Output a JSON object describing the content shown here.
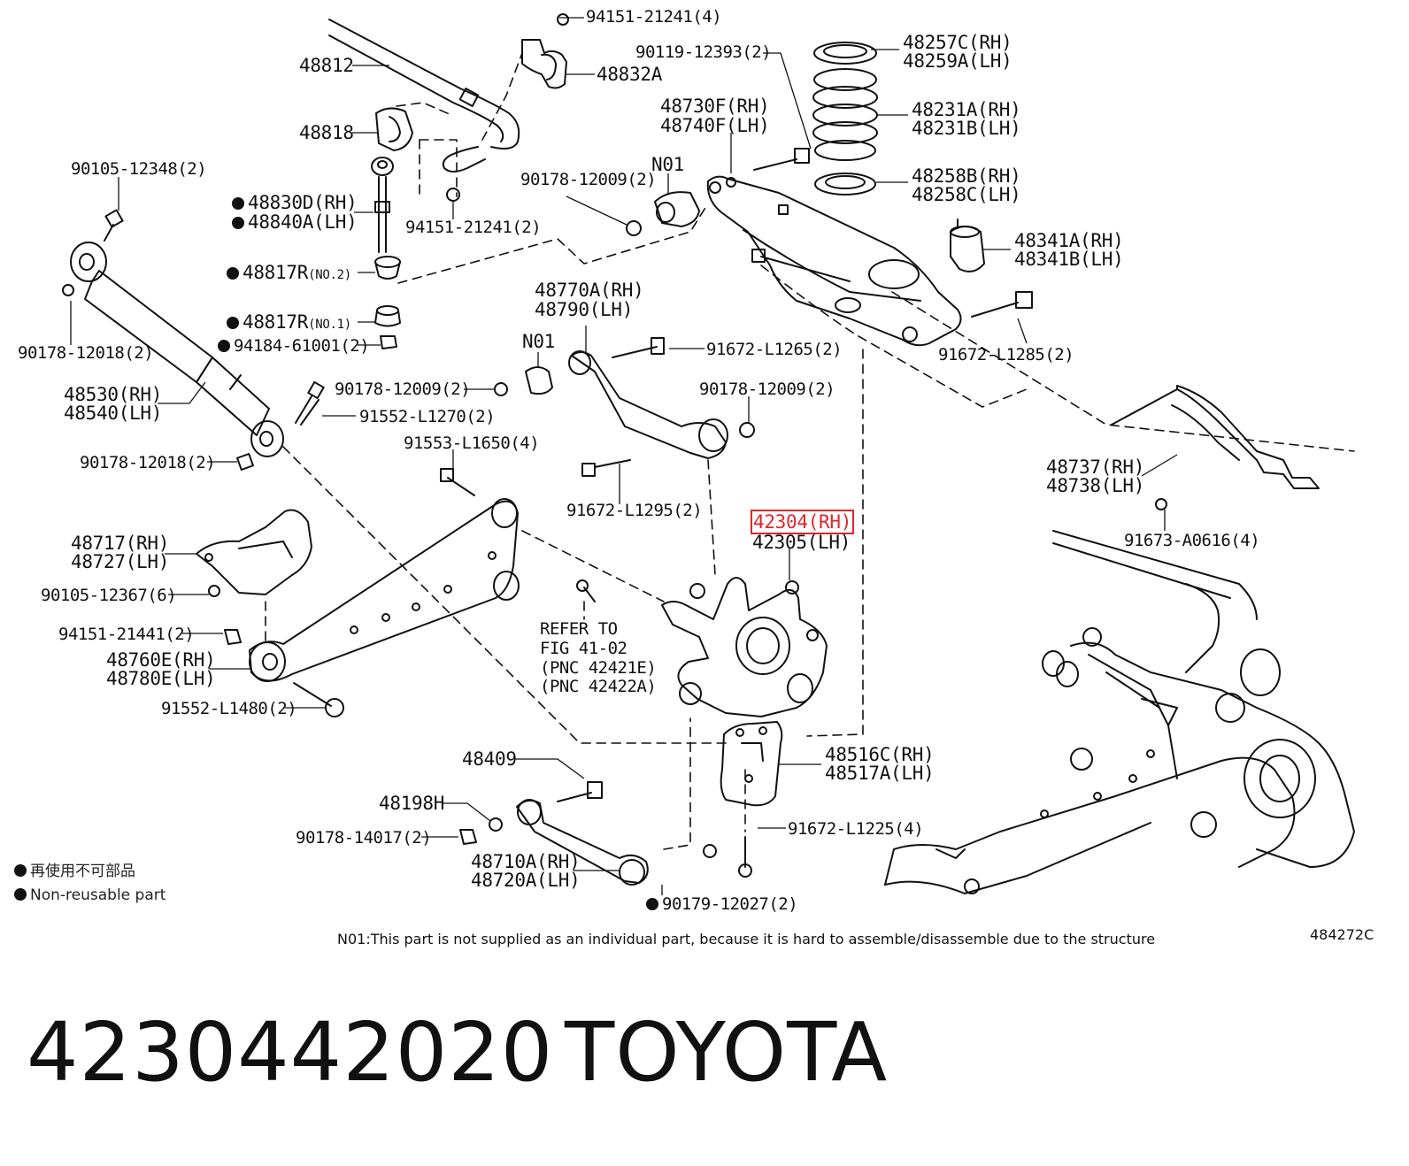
{
  "labels": {
    "p94151_21241_4": "94151-21241(4)",
    "p48812": "48812",
    "p48832A": "48832A",
    "p90119_12393_2": "90119-12393(2)",
    "p48257C_RH": "48257C(RH)",
    "p48259A_LH": "48259A(LH)",
    "p48818": "48818",
    "p48730F_RH": "48730F(RH)",
    "p48740F_LH": "48740F(LH)",
    "p48231A_RH": "48231A(RH)",
    "p48231B_LH": "48231B(LH)",
    "p90105_12348_2": "90105-12348(2)",
    "n01_a": "N01",
    "p48258B_RH": "48258B(RH)",
    "p48258C_LH": "48258C(LH)",
    "p90178_12009_2_a": "90178-12009(2)",
    "p48830D_RH": "48830D(RH)",
    "p48840A_LH": "48840A(LH)",
    "p94151_21241_2": "94151-21241(2)",
    "p48341A_RH": "48341A(RH)",
    "p48341B_LH": "48341B(LH)",
    "p48817R_a": "48817R",
    "no2": "(NO.2)",
    "p48770A_RH": "48770A(RH)",
    "p48790_LH": "48790(LH)",
    "p48817R_b": "48817R",
    "no1": "(NO.1)",
    "n01_b": "N01",
    "p90178_12018_2_a": "90178-12018(2)",
    "p94184_61001_2": "94184-61001(2)",
    "p91672_L1265_2": "91672-L1265(2)",
    "p91672_L1285_2": "91672-L1285(2)",
    "p48530_RH": "48530(RH)",
    "p48540_LH": "48540(LH)",
    "p90178_12009_2_b": "90178-12009(2)",
    "p90178_12009_2_c": "90178-12009(2)",
    "p91552_L1270_2": "91552-L1270(2)",
    "p91553_L1650_4": "91553-L1650(4)",
    "p90178_12018_2_b": "90178-12018(2)",
    "p48737_RH": "48737(RH)",
    "p48738_LH": "48738(LH)",
    "p91672_L1295_2": "91672-L1295(2)",
    "p42304_RH": "42304(RH)",
    "p42305_LH": "42305(LH)",
    "p91673_A0616_4": "91673-A0616(4)",
    "p48717_RH": "48717(RH)",
    "p48727_LH": "48727(LH)",
    "p90105_12367_6": "90105-12367(6)",
    "refer1": "REFER TO",
    "refer2": "FIG 41-02",
    "refer3": "(PNC 42421E)",
    "refer4": "(PNC 42422A)",
    "p94151_21441_2": "94151-21441(2)",
    "p48760E_RH": "48760E(RH)",
    "p48780E_LH": "48780E(LH)",
    "p91552_L1480_2": "91552-L1480(2)",
    "p48409": "48409",
    "p48516C_RH": "48516C(RH)",
    "p48517A_LH": "48517A(LH)",
    "p48198H": "48198H",
    "p91672_L1225_4": "91672-L1225(4)",
    "p90178_14017_2": "90178-14017(2)",
    "p48710A_RH": "48710A(RH)",
    "p48720A_LH": "48720A(LH)",
    "p90179_12027_2": "90179-12027(2)"
  },
  "legend": {
    "line1": "再使用不可部品",
    "line2": "Non-reusable part"
  },
  "footnote": "N01:This part is not supplied as an individual part, because it is hard to assemble/disassemble due to the structure",
  "figure_id": "484272C",
  "part_number": "4230442020",
  "brand": "TOYOTA",
  "colors": {
    "highlight": "#e0262b",
    "ink": "#111111"
  }
}
